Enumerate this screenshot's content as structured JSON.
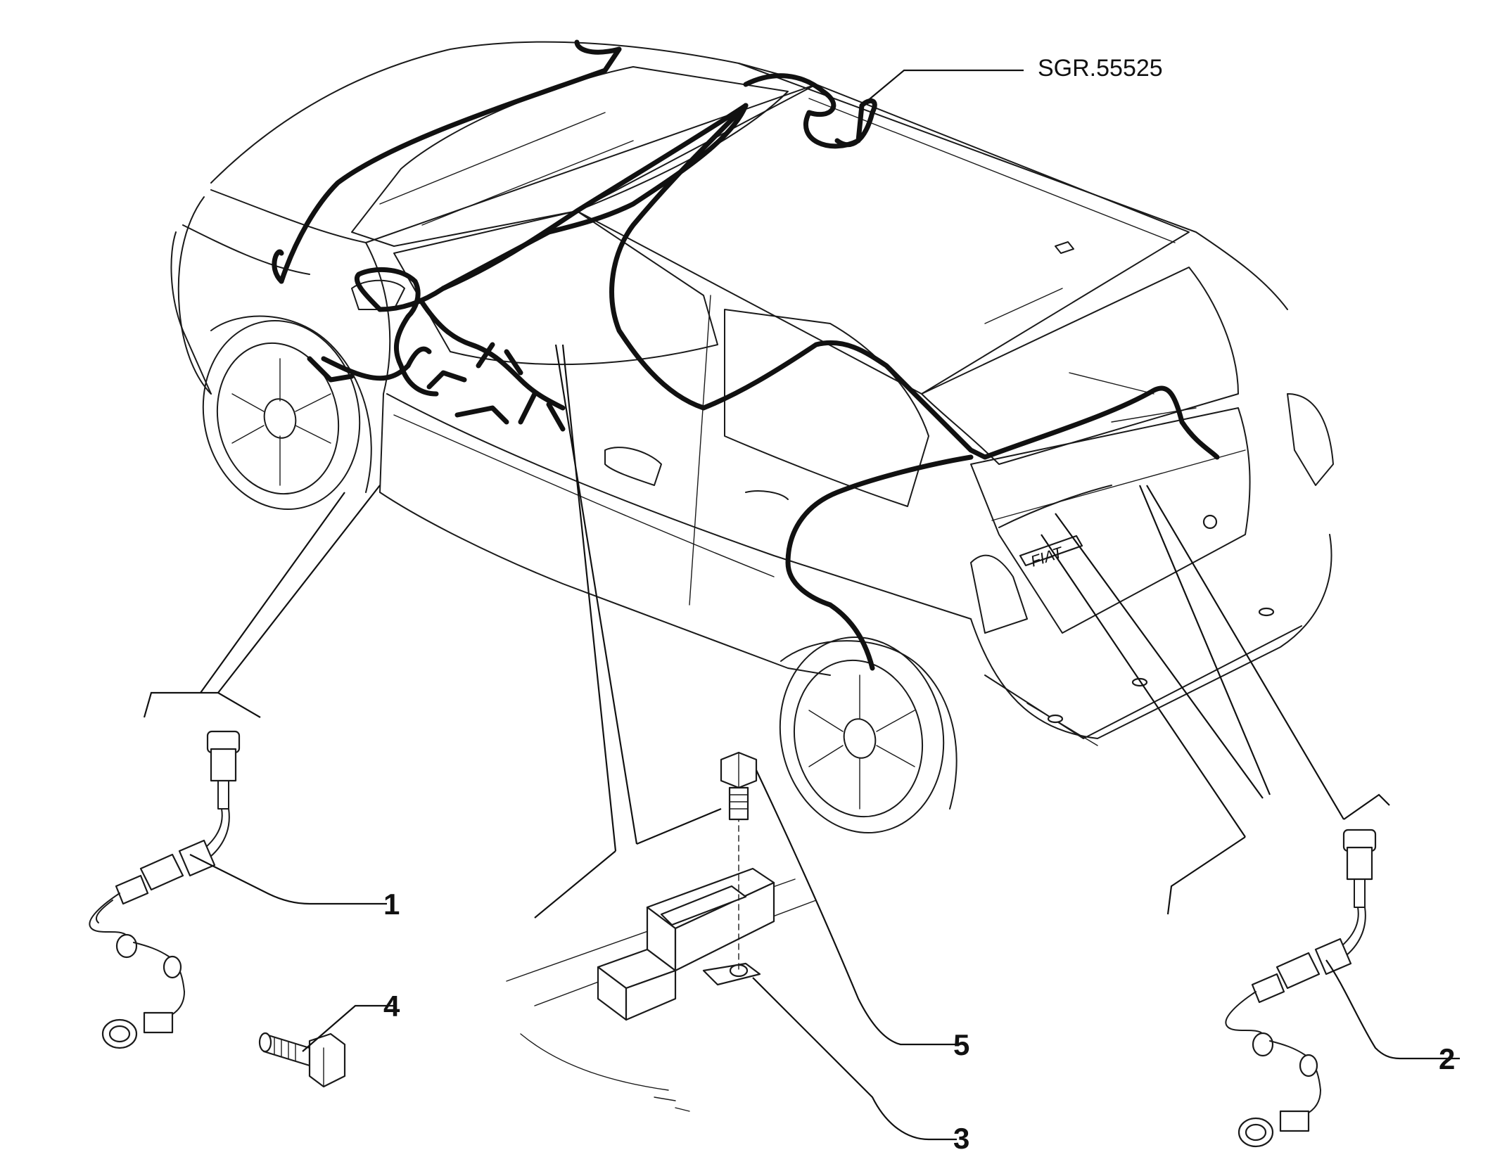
{
  "diagram": {
    "reference_code": "SGR.55525",
    "callouts": [
      {
        "id": "1",
        "label": "1"
      },
      {
        "id": "2",
        "label": "2"
      },
      {
        "id": "3",
        "label": "3"
      },
      {
        "id": "4",
        "label": "4"
      },
      {
        "id": "5",
        "label": "5"
      }
    ],
    "badge_text": "FIAT"
  }
}
